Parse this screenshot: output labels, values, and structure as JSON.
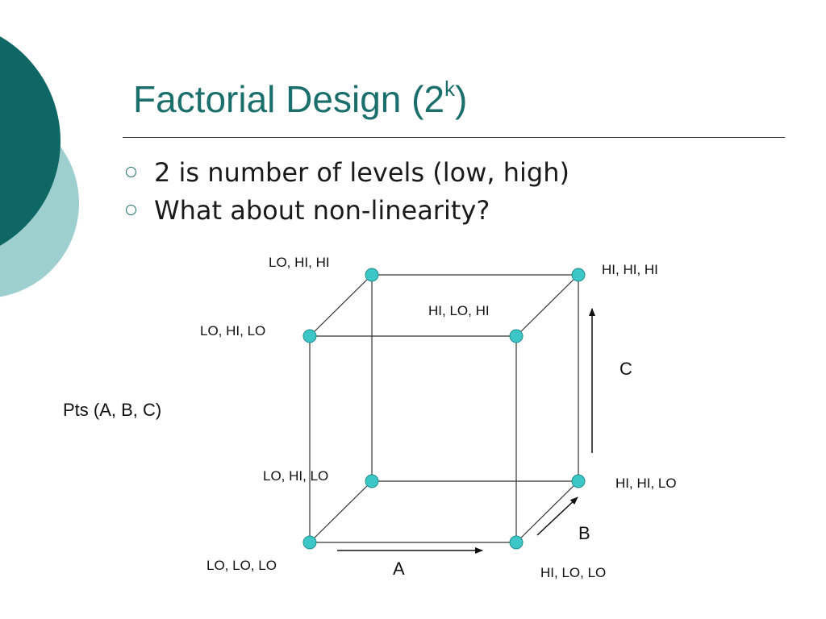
{
  "slide": {
    "title_main": "Factorial Design (2",
    "title_sup": "k",
    "title_close": ")",
    "bullets": [
      "2 is number of levels (low, high)",
      "What about non-linearity?"
    ]
  },
  "diagram": {
    "points_label": "Pts (A, B, C)",
    "axis_a": "A",
    "axis_b": "B",
    "axis_c": "C",
    "vertices": {
      "lo_lo_lo": "LO, LO, LO",
      "hi_lo_lo": "HI, LO, LO",
      "back_lo_hi_lo": "LO, HI, LO",
      "hi_hi_lo": "HI, HI, LO",
      "front_lo_hi_lo": "LO, HI, LO",
      "hi_lo_hi": "HI, LO, HI",
      "lo_hi_hi": "LO, HI, HI",
      "hi_hi_hi": "HI, HI, HI"
    }
  },
  "colors": {
    "accent_dark": "#0e6764",
    "accent_light": "#9ecfcf",
    "node_fill": "#3cc6c6",
    "title": "#1a6e6c"
  }
}
